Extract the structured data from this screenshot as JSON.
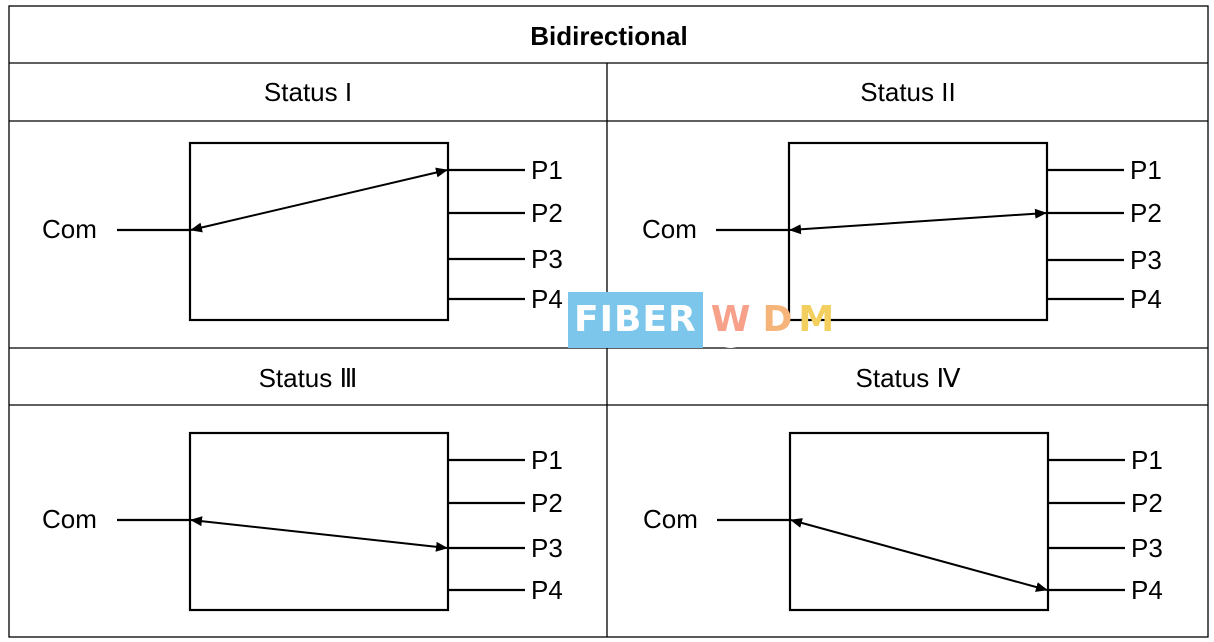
{
  "title": "Bidirectional",
  "watermark": {
    "part1": "FIBER",
    "part2": "W",
    "part3": "D",
    "part4": "M"
  },
  "common_label": "Com",
  "port_labels": [
    "P1",
    "P2",
    "P3",
    "P4"
  ],
  "states": [
    {
      "label": "Status I",
      "connected_port": "P1"
    },
    {
      "label": "Status II",
      "connected_port": "P2"
    },
    {
      "label": "Status Ⅲ",
      "connected_port": "P3"
    },
    {
      "label": "Status Ⅳ",
      "connected_port": "P4"
    }
  ]
}
